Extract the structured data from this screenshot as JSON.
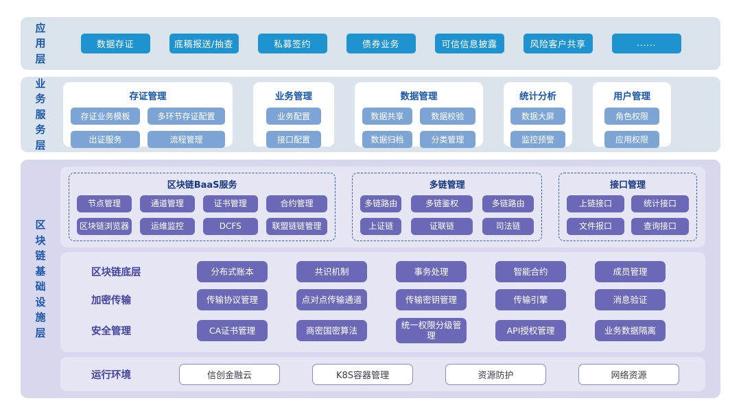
{
  "layers": {
    "app": {
      "label": "应用层",
      "items": [
        "数据存证",
        "底稿报送/抽查",
        "私募签约",
        "债券业务",
        "可信信息披露",
        "风险客户共享",
        "......"
      ]
    },
    "biz": {
      "label": "业务服务层",
      "groups": [
        {
          "title": "存证管理",
          "items": [
            "存证业务模板",
            "多环节存证配置",
            "出证服务",
            "流程管理"
          ]
        },
        {
          "title": "业务管理",
          "items": [
            "业务配置",
            "接口配置"
          ]
        },
        {
          "title": "数据管理",
          "items": [
            "数据共享",
            "数据校验",
            "数据归档",
            "分类管理"
          ]
        },
        {
          "title": "统计分析",
          "items": [
            "数据大屏",
            "监控预警"
          ]
        },
        {
          "title": "用户管理",
          "items": [
            "角色权限",
            "应用权限"
          ]
        }
      ]
    },
    "infra": {
      "label": "区块链基础设施层",
      "service_boxes": [
        {
          "title": "区块链BaaS服务",
          "items": [
            "节点管理",
            "通道管理",
            "证书管理",
            "合约管理",
            "区块链浏览器",
            "运维监控",
            "DCFS",
            "联盟链链管理"
          ]
        },
        {
          "title": "多链管理",
          "items": [
            "多链路由",
            "多链鉴权",
            "多链路由",
            "上证链",
            "证联链",
            "司法链"
          ]
        },
        {
          "title": "接口管理",
          "items": [
            "上链接口",
            "统计接口",
            "文件报口",
            "查询接口"
          ]
        }
      ],
      "core_rows": [
        {
          "label": "区块链底层",
          "items": [
            "分布式账本",
            "共识机制",
            "事务处理",
            "智能合约",
            "成员管理"
          ]
        },
        {
          "label": "加密传输",
          "items": [
            "传输协议管理",
            "点对点传输通道",
            "传输密钥管理",
            "传输引擎",
            "消息验证"
          ]
        },
        {
          "label": "安全管理",
          "items": [
            "CA证书管理",
            "商密国密算法",
            "统一权限分级管理",
            "API授权管理",
            "业务数据隔离"
          ]
        }
      ],
      "runtime": {
        "label": "运行环境",
        "items": [
          "信创金融云",
          "K8S容器管理",
          "资源防护",
          "网络资源"
        ]
      }
    }
  },
  "colors": {
    "app_band_bg": "#d9e3eb",
    "biz_band_bg": "#dbe4ec",
    "infra_band_bg": "#d7d7ee",
    "inner_panel_bg": "#e6e5f4",
    "app_button": "#1e93cf",
    "biz_button": "#7ca5d6",
    "purple_button": "#6b69b7",
    "blue_layer_label": "#1a57a9",
    "navy_box_title": "#16387f",
    "indigo_row_label": "#44449f",
    "dashed_border": "#2f5fb2",
    "runtime_box_border": "#8787c9"
  }
}
